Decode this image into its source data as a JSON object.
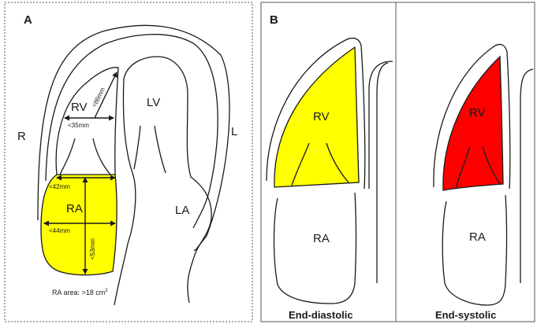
{
  "panel_a": {
    "label": "A",
    "side_left": "R",
    "side_right": "L",
    "chambers": {
      "rv": "RV",
      "lv": "LV",
      "ra": "RA",
      "la": "LA"
    },
    "rv_measures": {
      "length": "<86mm",
      "width": "<35mm"
    },
    "ra_measures": {
      "upper_width": "<42mm",
      "mid_width": "<44mm",
      "length": "<53mm"
    },
    "ra_area": {
      "text": "RA area: >18 cm",
      "superscript": "2"
    }
  },
  "panel_b": {
    "label": "B",
    "diastolic": {
      "rv": "RV",
      "ra": "RA",
      "caption": "End-diastolic"
    },
    "systolic": {
      "rv": "RV",
      "ra": "RA",
      "caption": "End-systolic"
    }
  },
  "colors": {
    "ra_fill": "#ffff00",
    "rv_diastolic_fill": "#ffff00",
    "rv_systolic_fill": "#ff0000",
    "outline": "#1a1a1a",
    "border": "#555555"
  }
}
